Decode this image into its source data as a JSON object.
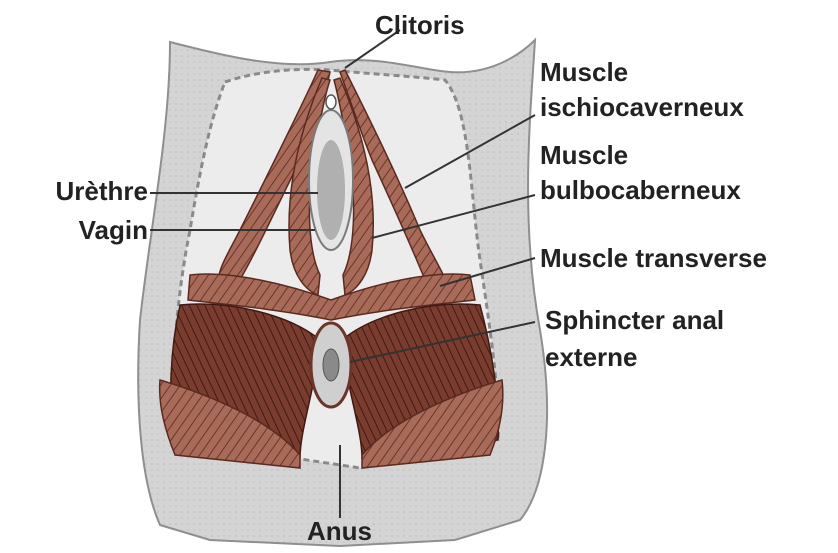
{
  "labels": {
    "clitoris": "Clitoris",
    "ischio": [
      "Muscle",
      "ischiocaverneux"
    ],
    "bulbo": [
      "Muscle",
      "bulbocaberneux"
    ],
    "urethre": "Urèthre",
    "vagin": "Vagin",
    "transverse": "Muscle transverse",
    "sphincter": [
      "Sphincter anal",
      "externe"
    ],
    "anus": "Anus"
  },
  "colors": {
    "skin": "#d2d2d2",
    "skin_shadow": "#9e9e9e",
    "tissue": "#e9e9e9",
    "muscle": "#a86b5a",
    "muscle_dark": "#5a2a20",
    "leader": "#333333",
    "text": "#222222"
  }
}
